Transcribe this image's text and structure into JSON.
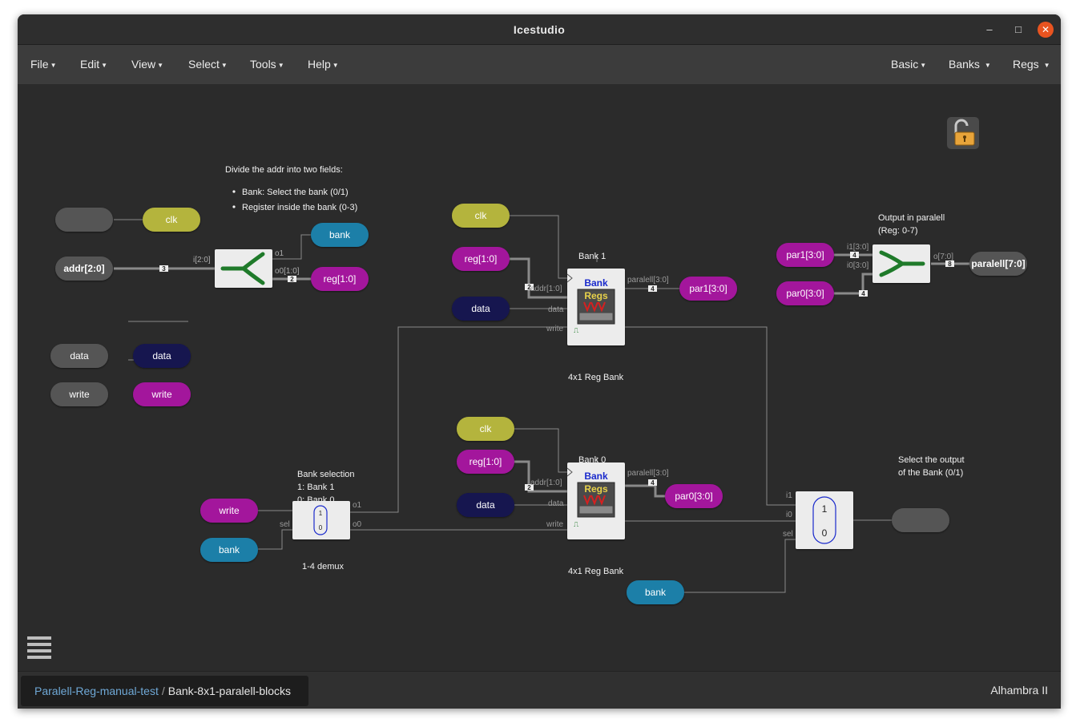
{
  "window": {
    "title": "Icestudio",
    "controls": {
      "minimize": "–",
      "maximize": "□",
      "close": "✕"
    }
  },
  "menubar": {
    "left": [
      "File",
      "Edit",
      "View",
      "Select",
      "Tools",
      "Help"
    ],
    "right": [
      "Basic",
      "Banks",
      "Regs"
    ]
  },
  "colors": {
    "canvas": "#2b2b2b",
    "port_olive": "#b4b43c",
    "port_teal": "#1a7fa8",
    "port_magenta": "#a3159c",
    "port_navy": "#141450",
    "port_gray": "#555555",
    "wire": "#8a8a8a",
    "split_icon": "#1f7a2a",
    "close_button": "#e95420"
  },
  "canvas": {
    "notes": {
      "addr_title": "Divide the addr into two fields:",
      "addr_items": [
        "Bank: Select the bank (0/1)",
        "Register inside the bank (0-3)"
      ],
      "output_title": "Output in paralell",
      "output_sub": "(Reg: 0-7)",
      "bank_sel_title": "Bank selection",
      "bank_sel_l1": "1: Bank 1",
      "bank_sel_l2": "0: Bank 0",
      "select_out_l1": "Select the output",
      "select_out_l2": "of the Bank (0/1)"
    },
    "ports": {
      "clk_in_empty": "",
      "clk_out": "clk",
      "addr_in": "addr[2:0]",
      "bank_out": "bank",
      "reg_out": "reg[1:0]",
      "data_in": "data",
      "data_out": "data",
      "write_in": "write",
      "write_out": "write",
      "b1_clk": "clk",
      "b1_reg": "reg[1:0]",
      "b1_data": "data",
      "b1_par": "par1[3:0]",
      "b0_clk": "clk",
      "b0_reg": "reg[1:0]",
      "b0_data": "data",
      "b0_par": "par0[3:0]",
      "demux_write": "write",
      "demux_bank": "bank",
      "mux_bank": "bank",
      "join_par1": "par1[3:0]",
      "join_par0": "par0[3:0]",
      "paralell_out": "paralell[7:0]",
      "mux_out_empty": ""
    },
    "split": {
      "in": "i[2:0]",
      "o1": "o1",
      "o0": "o0[1:0]",
      "bus_in": "3",
      "bus_out": "2"
    },
    "bank1": {
      "title": "Bank 1",
      "label": "4x1 Reg Bank",
      "icon_line1": "Bank",
      "icon_line2": "Regs",
      "pin_addr": "addr[1:0]",
      "pin_data": "data",
      "pin_write": "write",
      "pin_out": "paralell[3:0]",
      "bus_addr": "2",
      "bus_out": "4"
    },
    "bank0": {
      "title": "Bank 0",
      "label": "4x1 Reg Bank",
      "icon_line1": "Bank",
      "icon_line2": "Regs",
      "pin_addr": "addr[1:0]",
      "pin_data": "data",
      "pin_write": "write",
      "pin_out": "paralell[3:0]",
      "bus_addr": "2",
      "bus_out": "4"
    },
    "demux": {
      "label": "1-4 demux",
      "sel": "sel",
      "o1": "o1",
      "o0": "o0",
      "one": "1",
      "zero": "0"
    },
    "mux": {
      "i1": "i1",
      "i0": "i0",
      "sel": "sel",
      "one": "1",
      "zero": "0"
    },
    "join": {
      "i1": "i1[3:0]",
      "i0": "i0[3:0]",
      "o": "o[7:0]",
      "bus_i1": "4",
      "bus_i0": "4",
      "bus_o": "8"
    }
  },
  "breadcrumb": {
    "project": "Paralell-Reg-manual-test",
    "separator": "/",
    "current": "Bank-8x1-paralell-blocks"
  },
  "board": "Alhambra II"
}
